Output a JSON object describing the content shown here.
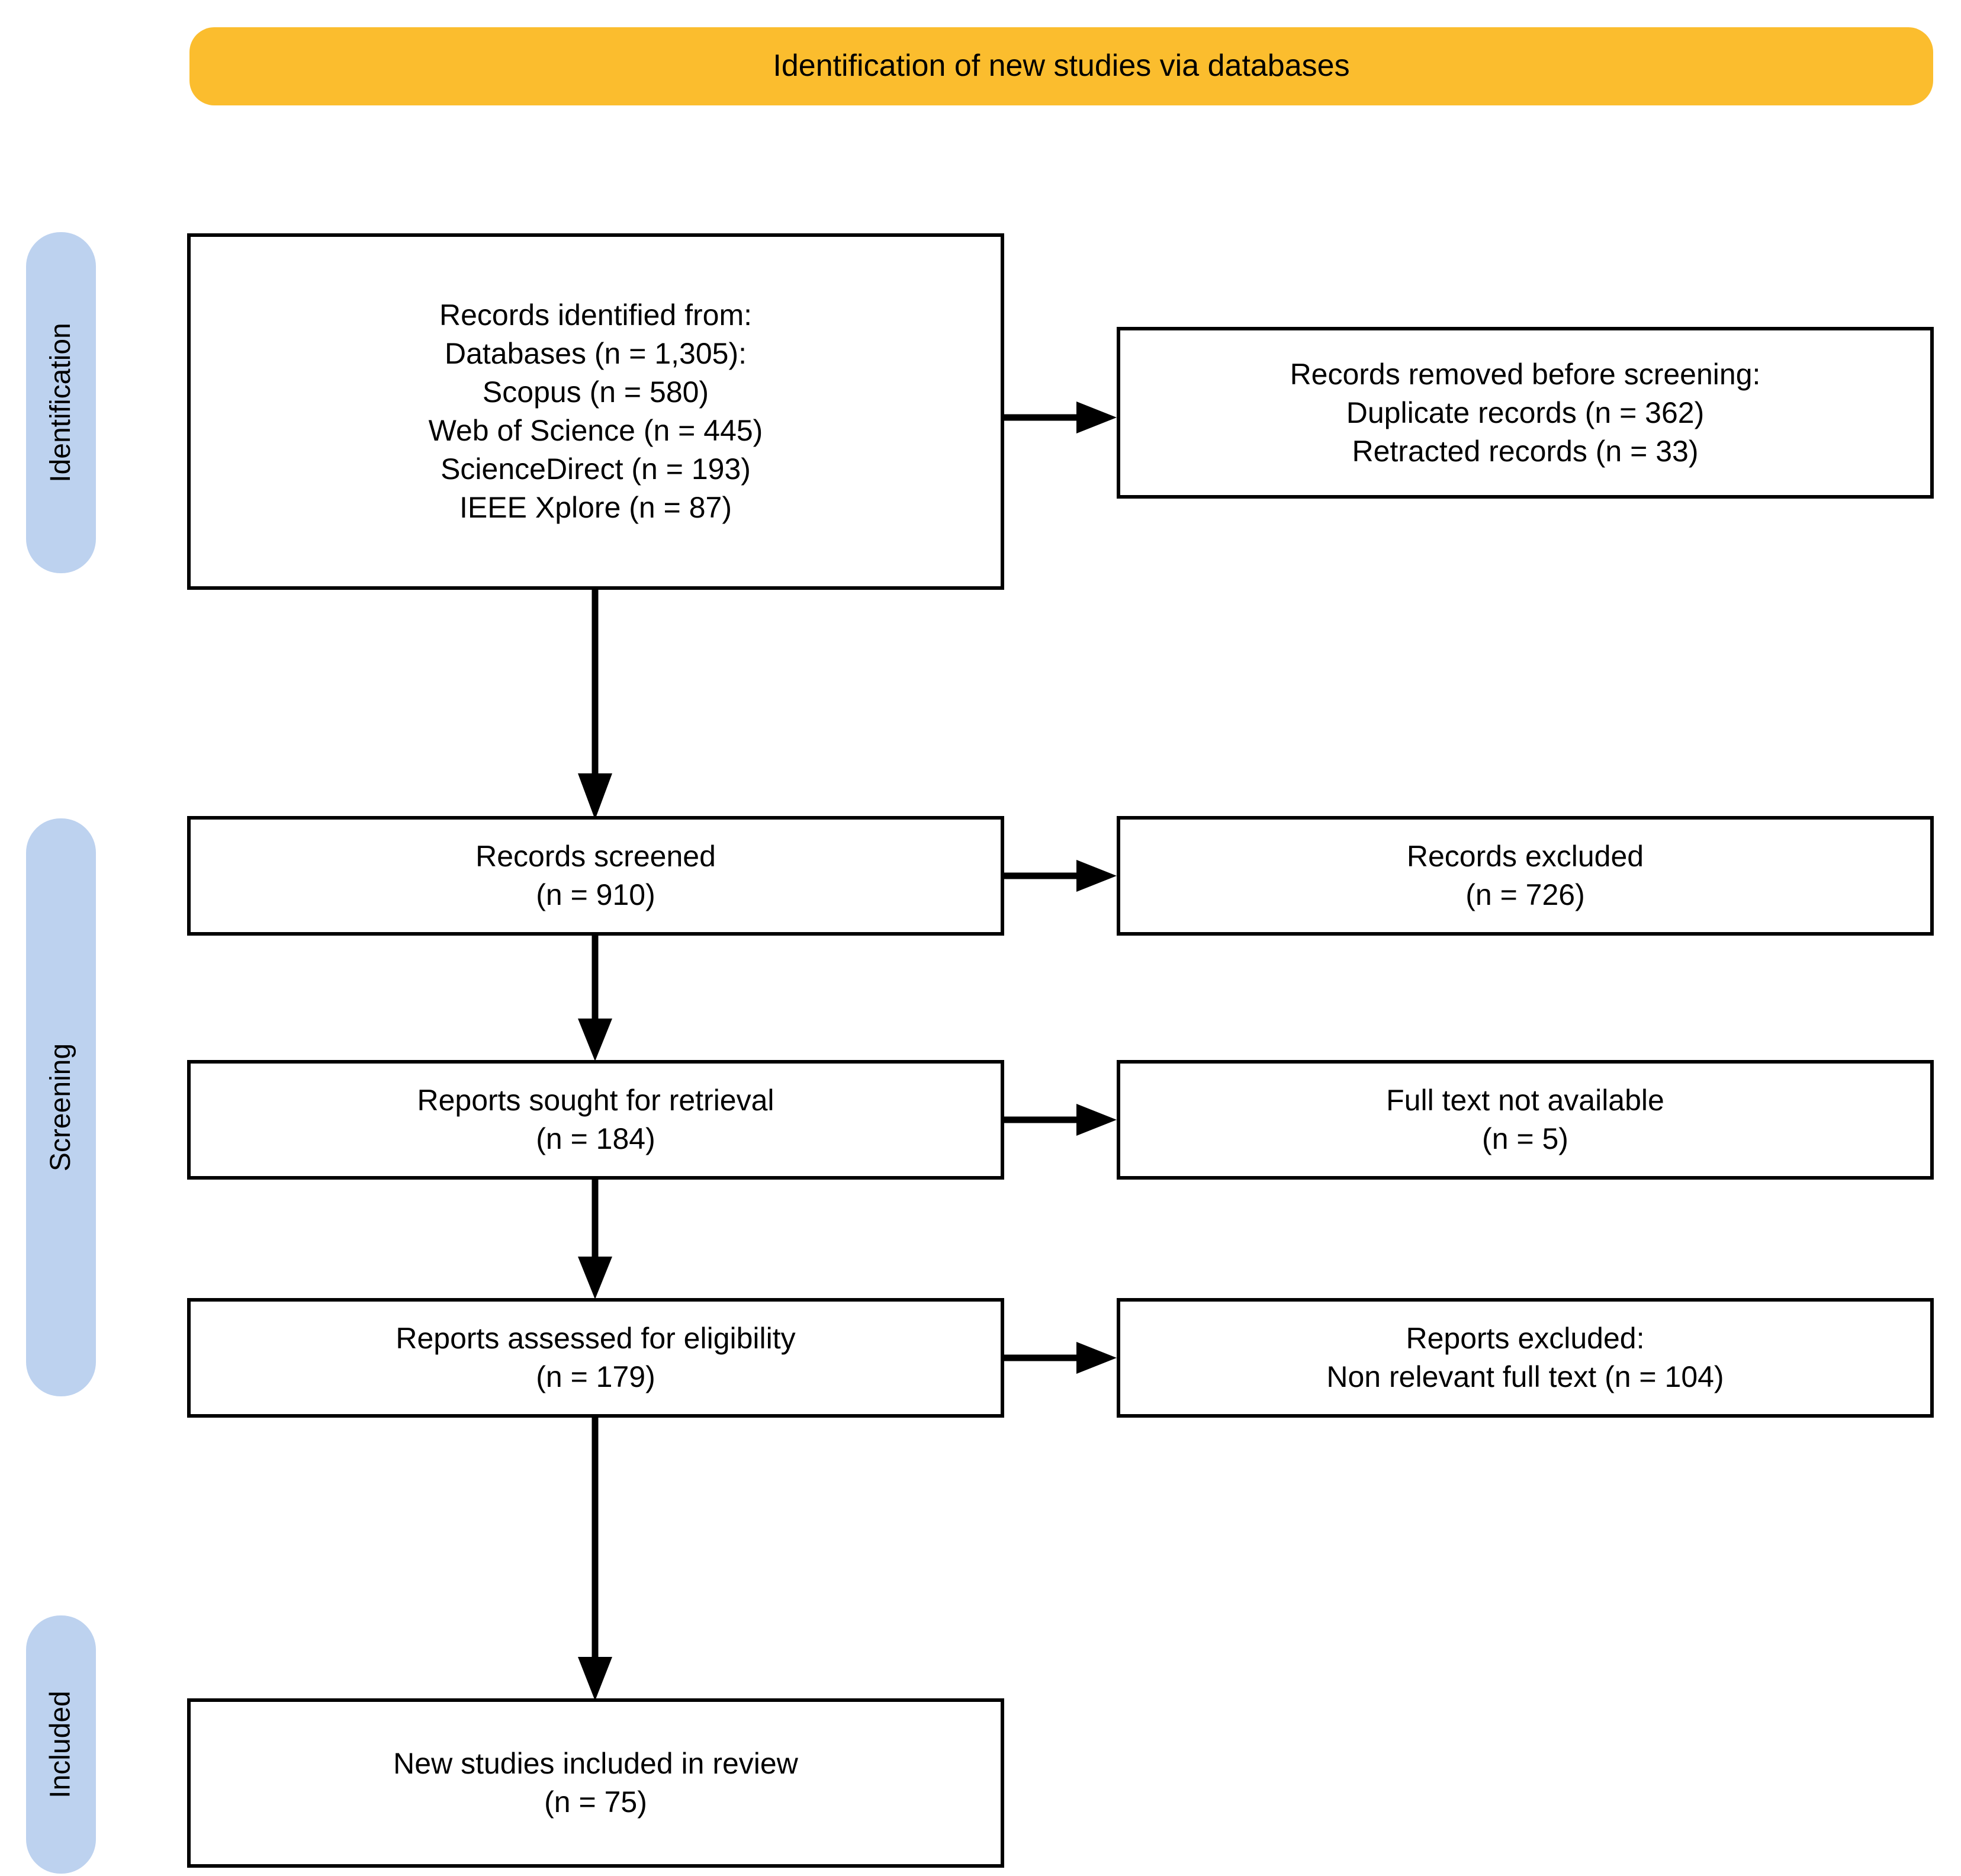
{
  "diagram": {
    "type": "prisma-flow-diagram",
    "header": {
      "title": "Identification of new studies via databases"
    },
    "colors": {
      "header_background": "#FBBD2E",
      "stage_tab_background": "#BDD2EF",
      "box_border": "#000000",
      "box_background": "#FFFFFF",
      "text": "#000000",
      "page_background": "#FFFFFF"
    },
    "stages": [
      {
        "id": "identification",
        "label": "Identification"
      },
      {
        "id": "screening",
        "label": "Screening"
      },
      {
        "id": "included",
        "label": "Included"
      }
    ],
    "boxes": {
      "records_identified": {
        "id": "records-identified",
        "stage": "identification",
        "lines": [
          "Records identified from:",
          "Databases (n = 1,305):",
          "Scopus (n = 580)",
          "Web of Science (n = 445)",
          "ScienceDirect (n = 193)",
          "IEEE Xplore (n = 87)"
        ]
      },
      "records_removed": {
        "id": "records-removed-before-screening",
        "stage": "identification",
        "lines": [
          "Records removed before screening:",
          "Duplicate records (n = 362)",
          "Retracted records (n = 33)"
        ]
      },
      "records_screened": {
        "id": "records-screened",
        "stage": "screening",
        "lines": [
          "Records screened",
          "(n = 910)"
        ]
      },
      "records_excluded": {
        "id": "records-excluded",
        "stage": "screening",
        "lines": [
          "Records excluded",
          "(n = 726)"
        ]
      },
      "reports_sought": {
        "id": "reports-sought-for-retrieval",
        "stage": "screening",
        "lines": [
          "Reports sought for retrieval",
          "(n = 184)"
        ]
      },
      "full_text_not_available": {
        "id": "full-text-not-available",
        "stage": "screening",
        "lines": [
          "Full text not available",
          "(n = 5)"
        ]
      },
      "reports_assessed": {
        "id": "reports-assessed-for-eligibility",
        "stage": "screening",
        "lines": [
          "Reports assessed for eligibility",
          "(n = 179)"
        ]
      },
      "reports_excluded": {
        "id": "reports-excluded",
        "stage": "screening",
        "lines": [
          "Reports excluded:",
          "Non relevant full text (n = 104)"
        ]
      },
      "new_studies_included": {
        "id": "new-studies-included-in-review",
        "stage": "included",
        "lines": [
          "New studies included in review",
          "(n = 75)"
        ]
      }
    },
    "flow_counts": {
      "databases_total": 1305,
      "scopus": 580,
      "web_of_science": 445,
      "science_direct": 193,
      "ieee_xplore": 87,
      "duplicate_records": 362,
      "retracted_records": 33,
      "records_screened": 910,
      "records_excluded": 726,
      "reports_sought": 184,
      "full_text_not_available": 5,
      "reports_assessed": 179,
      "reports_excluded_non_relevant": 104,
      "new_studies_included": 75
    },
    "connectors": [
      {
        "id": "identified-to-removed",
        "from": "records_identified",
        "to": "records_removed",
        "direction": "horizontal"
      },
      {
        "id": "identified-to-screened",
        "from": "records_identified",
        "to": "records_screened",
        "direction": "vertical"
      },
      {
        "id": "screened-to-excluded",
        "from": "records_screened",
        "to": "records_excluded",
        "direction": "horizontal"
      },
      {
        "id": "screened-to-sought",
        "from": "records_screened",
        "to": "reports_sought",
        "direction": "vertical"
      },
      {
        "id": "sought-to-no-fulltext",
        "from": "reports_sought",
        "to": "full_text_not_available",
        "direction": "horizontal"
      },
      {
        "id": "sought-to-assessed",
        "from": "reports_sought",
        "to": "reports_assessed",
        "direction": "vertical"
      },
      {
        "id": "assessed-to-excluded",
        "from": "reports_assessed",
        "to": "reports_excluded",
        "direction": "horizontal"
      },
      {
        "id": "assessed-to-included",
        "from": "reports_assessed",
        "to": "new_studies_included",
        "direction": "vertical"
      }
    ]
  }
}
